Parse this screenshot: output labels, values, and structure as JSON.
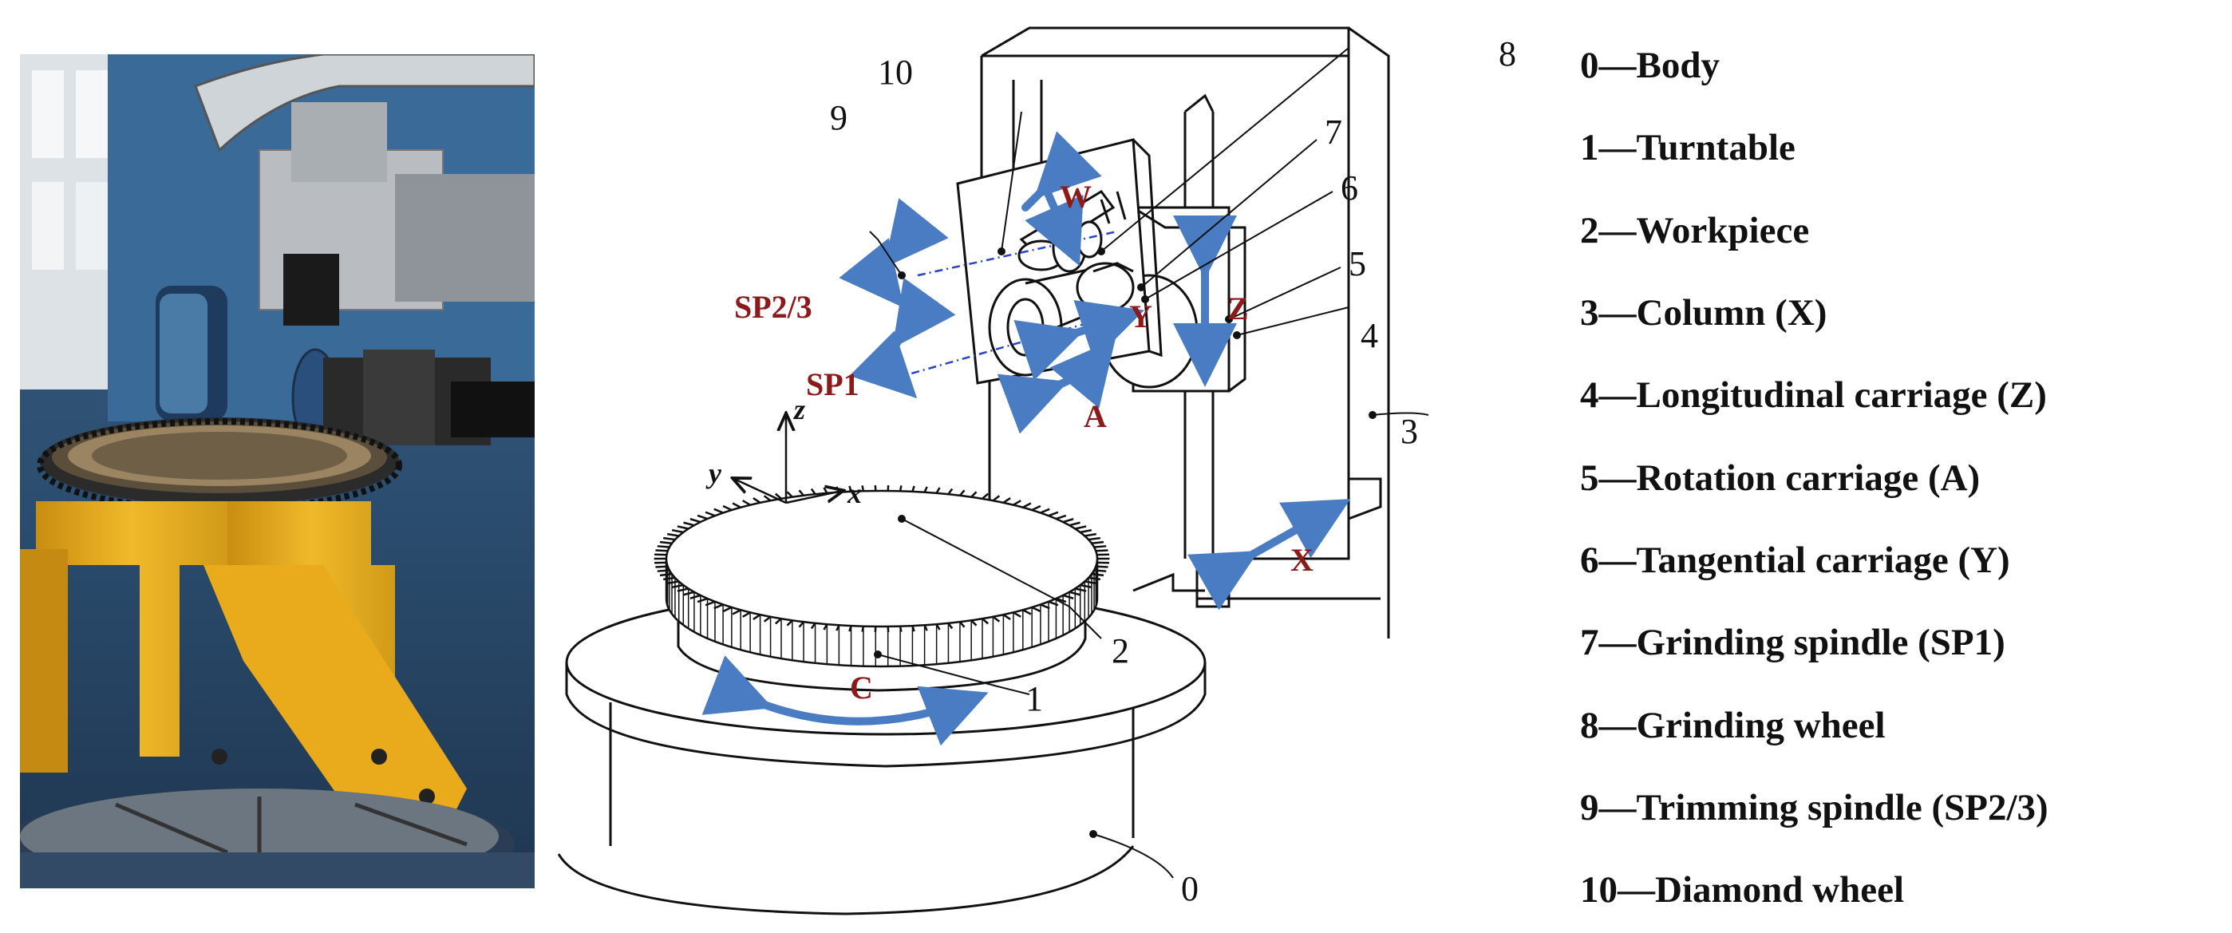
{
  "diagram": {
    "part_numbers": [
      "0",
      "1",
      "2",
      "3",
      "4",
      "5",
      "6",
      "7",
      "8",
      "9",
      "10"
    ],
    "motion_labels": [
      "W",
      "Y",
      "Z",
      "A",
      "X",
      "C"
    ],
    "spindle_labels": [
      "SP2/3",
      "SP1"
    ],
    "coord_labels": [
      "z",
      "y",
      "x"
    ]
  },
  "legend": [
    {
      "num": "0",
      "dash": "—",
      "text": " Body"
    },
    {
      "num": "1",
      "dash": "—",
      "text": "Turntable"
    },
    {
      "num": "2",
      "dash": "—",
      "text": " Workpiece"
    },
    {
      "num": "3",
      "dash": "—",
      "text": " Column (X)"
    },
    {
      "num": "4",
      "dash": "—",
      "text": " Longitudinal carriage (Z)"
    },
    {
      "num": "5",
      "dash": "—",
      "text": " Rotation carriage (A)"
    },
    {
      "num": "6",
      "dash": "—",
      "text": " Tangential carriage  (Y)"
    },
    {
      "num": "7",
      "dash": "—",
      "text": "Grinding spindle (SP1)"
    },
    {
      "num": "8",
      "dash": "—",
      "text": "Grinding wheel"
    },
    {
      "num": "9",
      "dash": "—",
      "text": "Trimming spindle (SP2/3)"
    },
    {
      "num": "10",
      "dash": "—",
      "text": "Diamond wheel"
    }
  ],
  "colors": {
    "arrow_blue": "#4a7cc3",
    "motion_label_red": "#8b1a1a",
    "fixture_yellow": "#e8b320",
    "machine_blue": "#2d5f8f"
  }
}
